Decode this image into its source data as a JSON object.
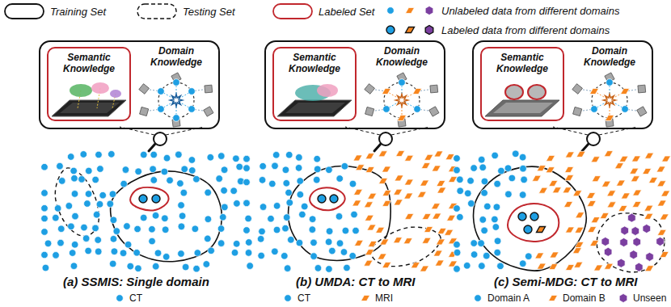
{
  "diagram": {
    "nodes": [
      {
        "text": [
          "Domain Knowledge"
        ]
      },
      {
        "text": [
          "Semantic Knowledge"
        ],
        "in": 0
      },
      {
        "text": [
          "Domain Knowledge"
        ]
      },
      {
        "text": [
          "Semantic Knowledge"
        ],
        "in": 2
      },
      {
        "text": [
          "Domain Knowledge"
        ]
      },
      {
        "text": [
          "Semantic Knowledge"
        ],
        "in": 4
      }
    ],
    "labels": [
      "(a) SSMIS: Single domain",
      "(b) UMDA: CT to MRI",
      "(c) Semi-MDG: CT to MRI"
    ],
    "legend": [
      {
        "text": "Training Set"
      },
      {
        "text": "Testing Set"
      },
      {
        "text": "Labeled Set"
      },
      {
        "text": "Unlabeled data from different domains"
      },
      {
        "text": "Labeled data from different domains"
      },
      {
        "text": "CT",
        "color": "#1e9fe3"
      },
      {
        "text": "CT",
        "color": "#1e9fe3"
      },
      {
        "text": "MRI",
        "color": "#f7861e"
      },
      {
        "text": "Domain A",
        "color": "#1e9fe3"
      },
      {
        "text": "Domain B",
        "color": "#f7861e"
      },
      {
        "text": "Unseen",
        "color": "#7b3fa0"
      }
    ]
  }
}
